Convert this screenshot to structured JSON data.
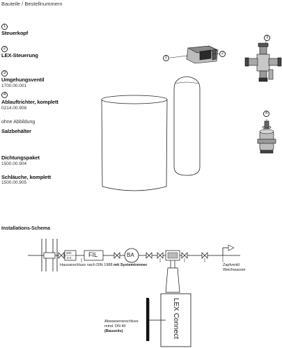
{
  "header": {
    "title": "Bauteile / Bestellnummern"
  },
  "parts": [
    {
      "number": "1",
      "name": "Steuerkopf",
      "order": ""
    },
    {
      "number": "2",
      "name": "LEX-Steuerung",
      "order": ""
    },
    {
      "number": "3",
      "name": "Umgehungsventil",
      "order": "1700.00.001"
    },
    {
      "number": "4",
      "name": "Ablauftrichter, komplett",
      "order": "0214.00.908"
    }
  ],
  "without_illustration": {
    "label": "ohne Abbildung",
    "items": [
      {
        "name": "Salzbehälter",
        "order": ""
      },
      {
        "name": "Dichtungspaket",
        "order": "1500.00.904"
      },
      {
        "name": "Schläuche, komplett",
        "order": "1500.00.905"
      }
    ]
  },
  "callouts": {
    "one": "1",
    "two": "2",
    "three": "3",
    "four": "4"
  },
  "schema": {
    "title": "Installations-Schema",
    "pressure_box_top": "200",
    "pressure_box_bottom": "2-4",
    "filter_label": "FIL",
    "ba_label": "BA",
    "house_connection": "Hausanschluss nach DIN 1988",
    "house_connection_bold": "mit Systemtrenner",
    "tap_line1": "Zapfventil",
    "tap_line2": "Weichwasser",
    "device_label": "LEX Connect",
    "drain_line1": "Abwasseranschluss",
    "drain_line2": "mind. DN 40",
    "drain_line3": "(Bauseits)"
  }
}
